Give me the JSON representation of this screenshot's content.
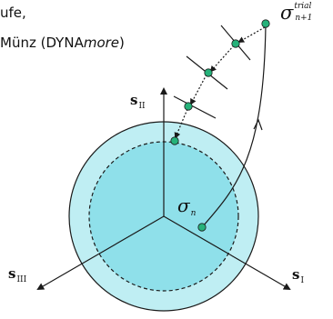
{
  "caption": {
    "line1": "ufe,",
    "line2_prefix": "Münz (DYNA",
    "line2_italic": "more",
    "line2_suffix": ")"
  },
  "axes": {
    "s1": {
      "base": "s",
      "sub": "I"
    },
    "s2": {
      "base": "s",
      "sub": "II"
    },
    "s3": {
      "base": "s",
      "sub": "III"
    }
  },
  "labels": {
    "sigma_n": {
      "base": "σ",
      "sub": "n"
    },
    "sigma_trial": {
      "base": "σ",
      "sup": "trial",
      "sub": "n+1"
    }
  },
  "colors": {
    "fill_outer": "#bfeef3",
    "fill_inner": "#8fe0ea",
    "point": "#26b27a",
    "line": "#1a1a1a"
  }
}
